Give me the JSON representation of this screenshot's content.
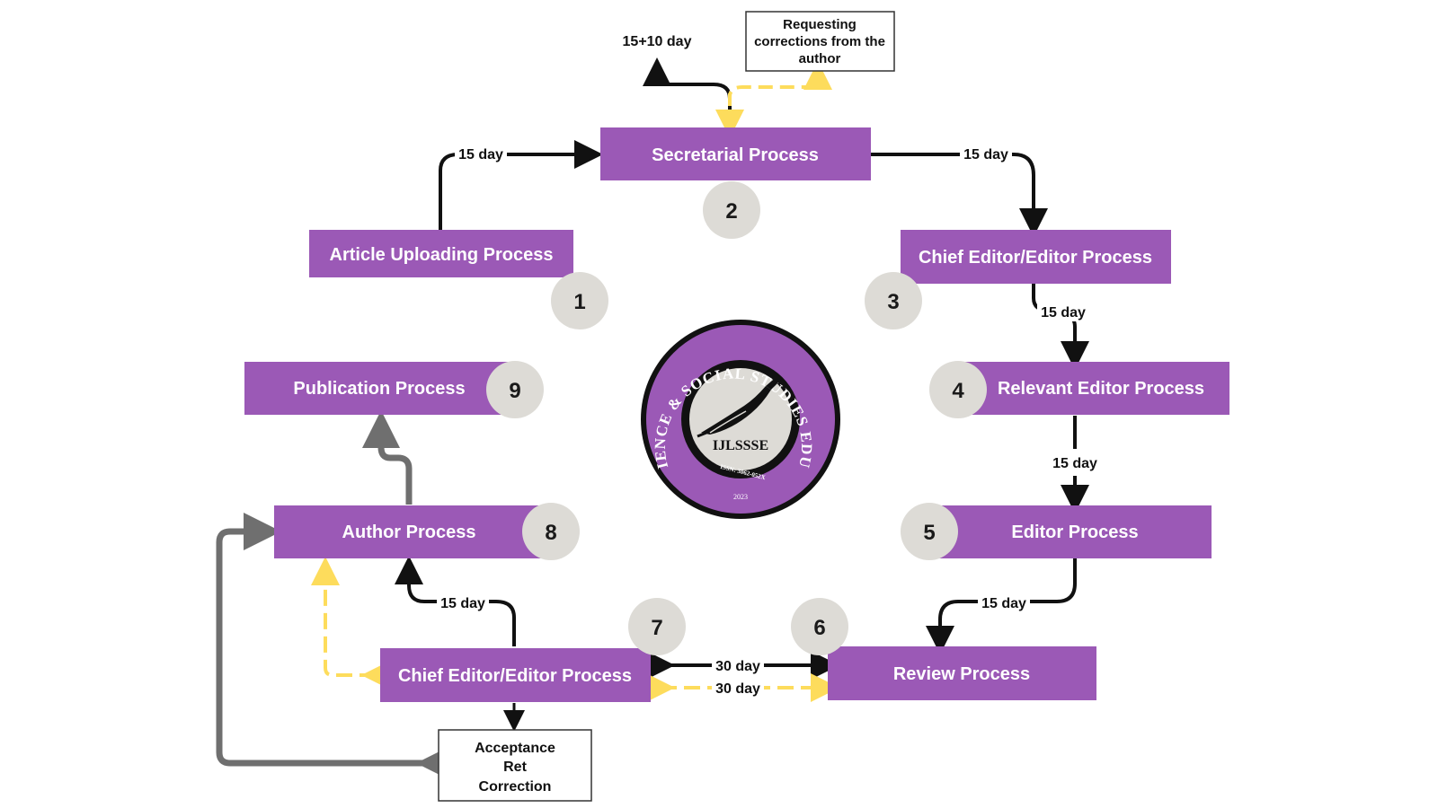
{
  "colors": {
    "box": "#9b59b6",
    "circle": "#dddbd6",
    "arrow_black": "#111111",
    "arrow_yellow": "#fddc5c",
    "arrow_gray": "#6f6f6f",
    "seal_purple": "#9b59b6",
    "seal_inner": "#dddbd6"
  },
  "processes": {
    "article_uploading": "Article Uploading Process",
    "secretarial": "Secretarial Process",
    "chief_editor_top": "Chief Editor/Editor Process",
    "relevant_editor": "Relevant Editor Process",
    "editor": "Editor Process",
    "review": "Review Process",
    "chief_editor_bottom": "Chief Editor/Editor Process",
    "author": "Author Process",
    "publication": "Publication Process"
  },
  "steps": {
    "s1": "1",
    "s2": "2",
    "s3": "3",
    "s4": "4",
    "s5": "5",
    "s6": "6",
    "s7": "7",
    "s8": "8",
    "s9": "9"
  },
  "durations": {
    "upload_to_secretarial": "15 day",
    "secretarial_to_chief": "15 day",
    "chief_to_relevant": "15 day",
    "relevant_to_editor": "15 day",
    "editor_to_review": "15 day",
    "review_chief_black": "30 day",
    "review_chief_yellow": "30 day",
    "chief_to_author": "15 day",
    "secretarial_return": "15+10 day"
  },
  "notes": {
    "corrections": [
      "Requesting",
      "corrections from the",
      "author"
    ],
    "acceptance": [
      "Acceptance",
      "Ret",
      "Correction"
    ]
  },
  "seal": {
    "ring_text": "LIFE SCIENCE & SOCIAL STUDIES EDUCATION",
    "name": "IJLSSSE",
    "issn": "ISSN: 3062-052X",
    "year": "2023",
    "icon": "quill-pen-icon"
  }
}
